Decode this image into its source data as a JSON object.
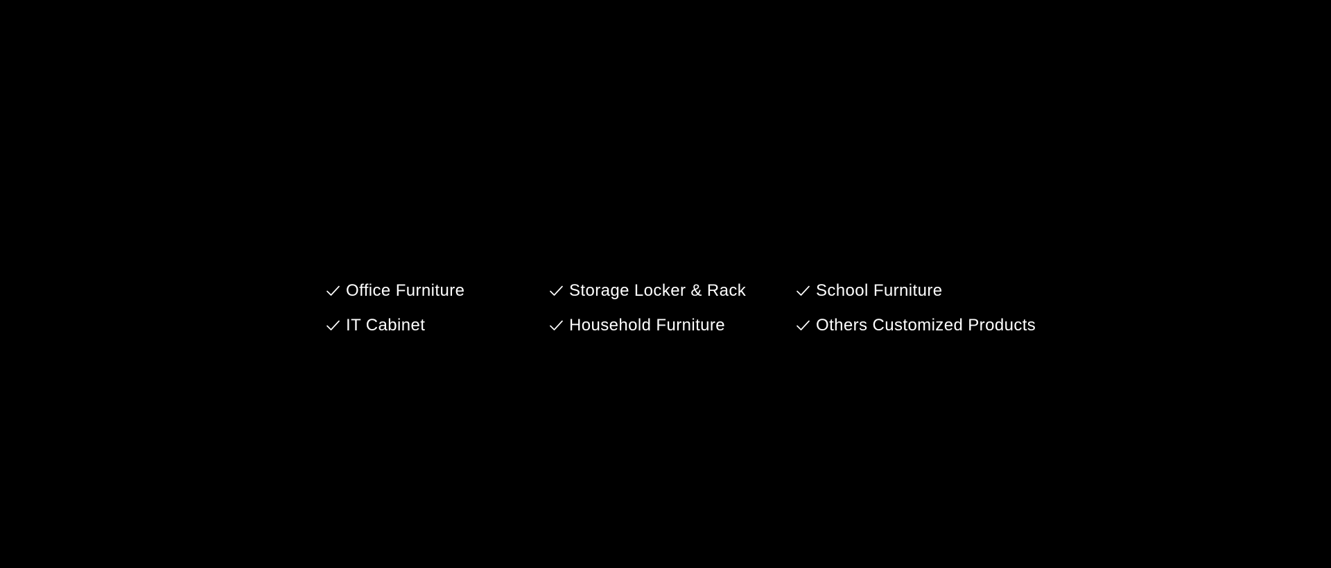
{
  "page": {
    "background_color": "#000000",
    "text_color": "#ffffff"
  },
  "categories": {
    "icon": "checkmark-icon",
    "columns": [
      {
        "items": [
          {
            "label": "Office Furniture"
          },
          {
            "label": "IT Cabinet"
          }
        ]
      },
      {
        "items": [
          {
            "label": "Storage Locker & Rack"
          },
          {
            "label": "Household Furniture"
          }
        ]
      },
      {
        "items": [
          {
            "label": "School Furniture"
          },
          {
            "label": "Others Customized Products"
          }
        ]
      }
    ]
  }
}
